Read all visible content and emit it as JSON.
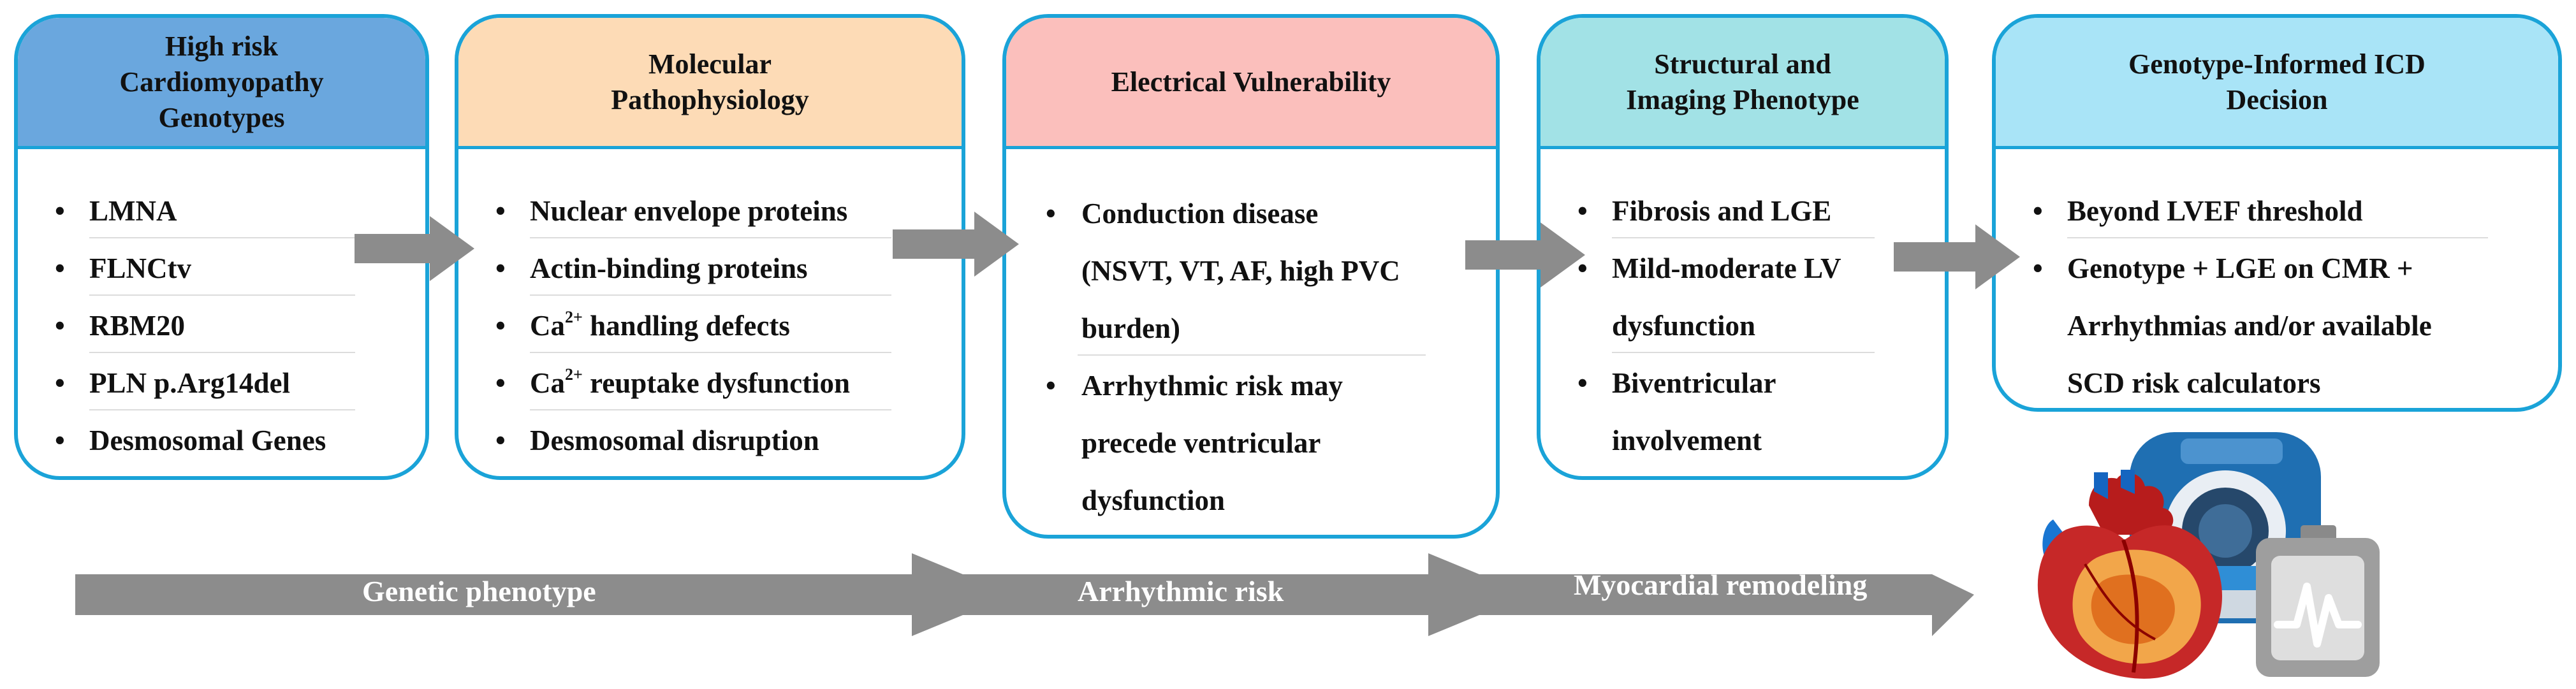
{
  "boxes": [
    {
      "title_lines": [
        "High risk",
        "Cardiomyopathy",
        "Genotypes"
      ],
      "header_color": "#6aa7de",
      "items": [
        "LMNA",
        "FLNCtv",
        "RBM20",
        "PLN p.Arg14del",
        "Desmosomal Genes"
      ]
    },
    {
      "title_lines": [
        "Molecular",
        "Pathophysiology"
      ],
      "header_color": "#fddbb6",
      "items": [
        "Nuclear envelope proteins",
        "Actin-binding proteins",
        "handling defects",
        "reuptake dysfunction",
        "Desmosomal disruption"
      ],
      "ca_prefix": "Ca",
      "ca_superscript": "2+"
    },
    {
      "title_lines": [
        "Electrical Vulnerability"
      ],
      "header_color": "#fbbfbc",
      "items": [
        {
          "lines": [
            "Conduction disease",
            "(NSVT, VT, AF, high PVC",
            "burden)"
          ]
        },
        {
          "lines": [
            "Arrhythmic risk may",
            "precede ventricular",
            "dysfunction"
          ]
        }
      ]
    },
    {
      "title_lines": [
        "Structural and",
        "Imaging Phenotype"
      ],
      "header_color": "#a2e2e6",
      "items": [
        {
          "lines": [
            "Fibrosis and LGE"
          ]
        },
        {
          "lines": [
            "Mild-moderate LV",
            "dysfunction"
          ]
        },
        {
          "lines": [
            "Biventricular",
            "involvement"
          ]
        }
      ]
    },
    {
      "title_lines": [
        "Genotype-Informed ICD",
        "Decision"
      ],
      "header_color": "#a9e4f7",
      "items": [
        {
          "lines": [
            "Beyond LVEF threshold"
          ]
        },
        {
          "lines": [
            "Genotype + LGE on CMR +",
            "Arrhythmias and/or available",
            "SCD risk calculators"
          ]
        }
      ]
    }
  ],
  "timeline": {
    "labels": [
      "Genetic phenotype",
      "Arrhythmic risk",
      "Myocardial remodeling"
    ],
    "color": "#8c8c8c"
  },
  "colors": {
    "border": "#1aa3d8",
    "arrow": "#8c8c8c",
    "heart_red": "#c62828",
    "heart_orange": "#f2a64a",
    "mri_blue": "#1f6fb2",
    "device_gray": "#9e9e9e"
  },
  "icons": [
    "heart-icon",
    "mri-scanner-icon",
    "icd-device-icon"
  ]
}
